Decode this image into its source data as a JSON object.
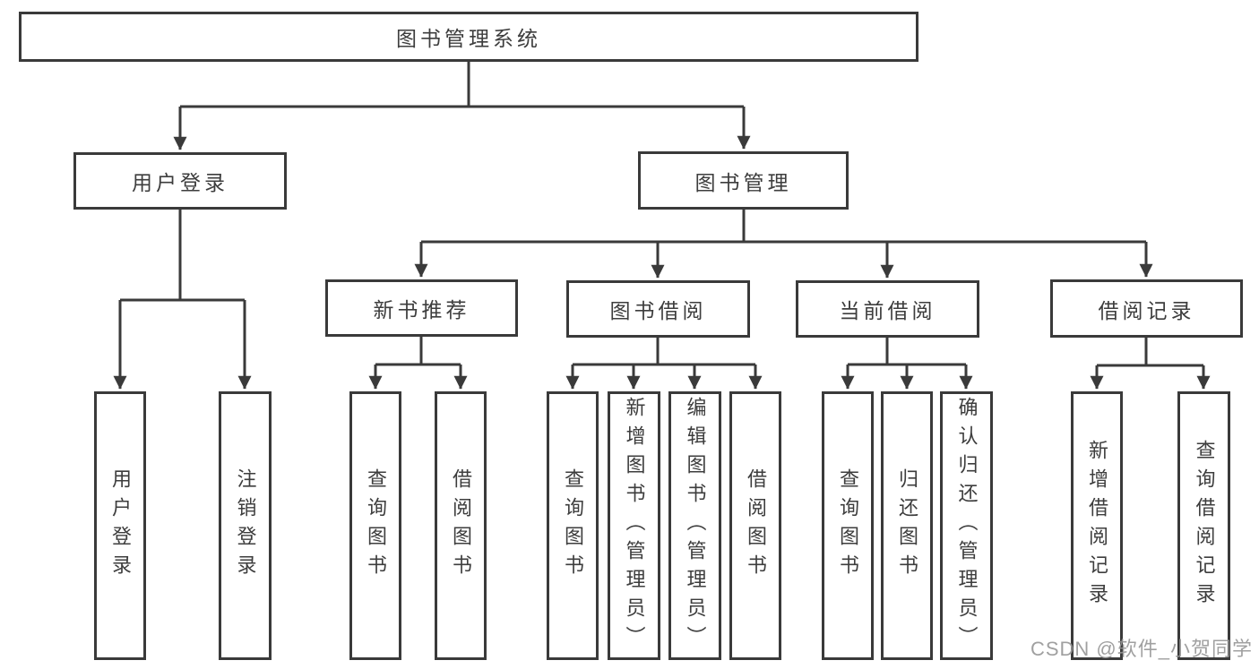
{
  "diagram": {
    "tree": {
      "root": {
        "label": "图书管理系统"
      },
      "branches": [
        {
          "label": "用户登录",
          "leaves": [
            {
              "label": "用户登录"
            },
            {
              "label": "注销登录"
            }
          ]
        },
        {
          "label": "图书管理",
          "groups": [
            {
              "label": "新书推荐",
              "leaves": [
                {
                  "label": "查询图书"
                },
                {
                  "label": "借阅图书"
                }
              ]
            },
            {
              "label": "图书借阅",
              "leaves": [
                {
                  "label": "查询图书"
                },
                {
                  "label": "新增图书（管理员）"
                },
                {
                  "label": "编辑图书（管理员）"
                },
                {
                  "label": "借阅图书"
                }
              ]
            },
            {
              "label": "当前借阅",
              "leaves": [
                {
                  "label": "查询图书"
                },
                {
                  "label": "归还图书"
                },
                {
                  "label": "确认归还（管理员）"
                }
              ]
            },
            {
              "label": "借阅记录",
              "leaves": [
                {
                  "label": "新增借阅记录"
                },
                {
                  "label": "查询借阅记录"
                }
              ]
            }
          ]
        }
      ]
    },
    "colors": {
      "line": "#3a3a3a",
      "box_border": "#3a3a3a",
      "box_background": "#ffffff",
      "text": "#3d3d3d",
      "watermark": "#969696"
    }
  },
  "watermark": {
    "text": "CSDN @软件_小贺同学"
  }
}
